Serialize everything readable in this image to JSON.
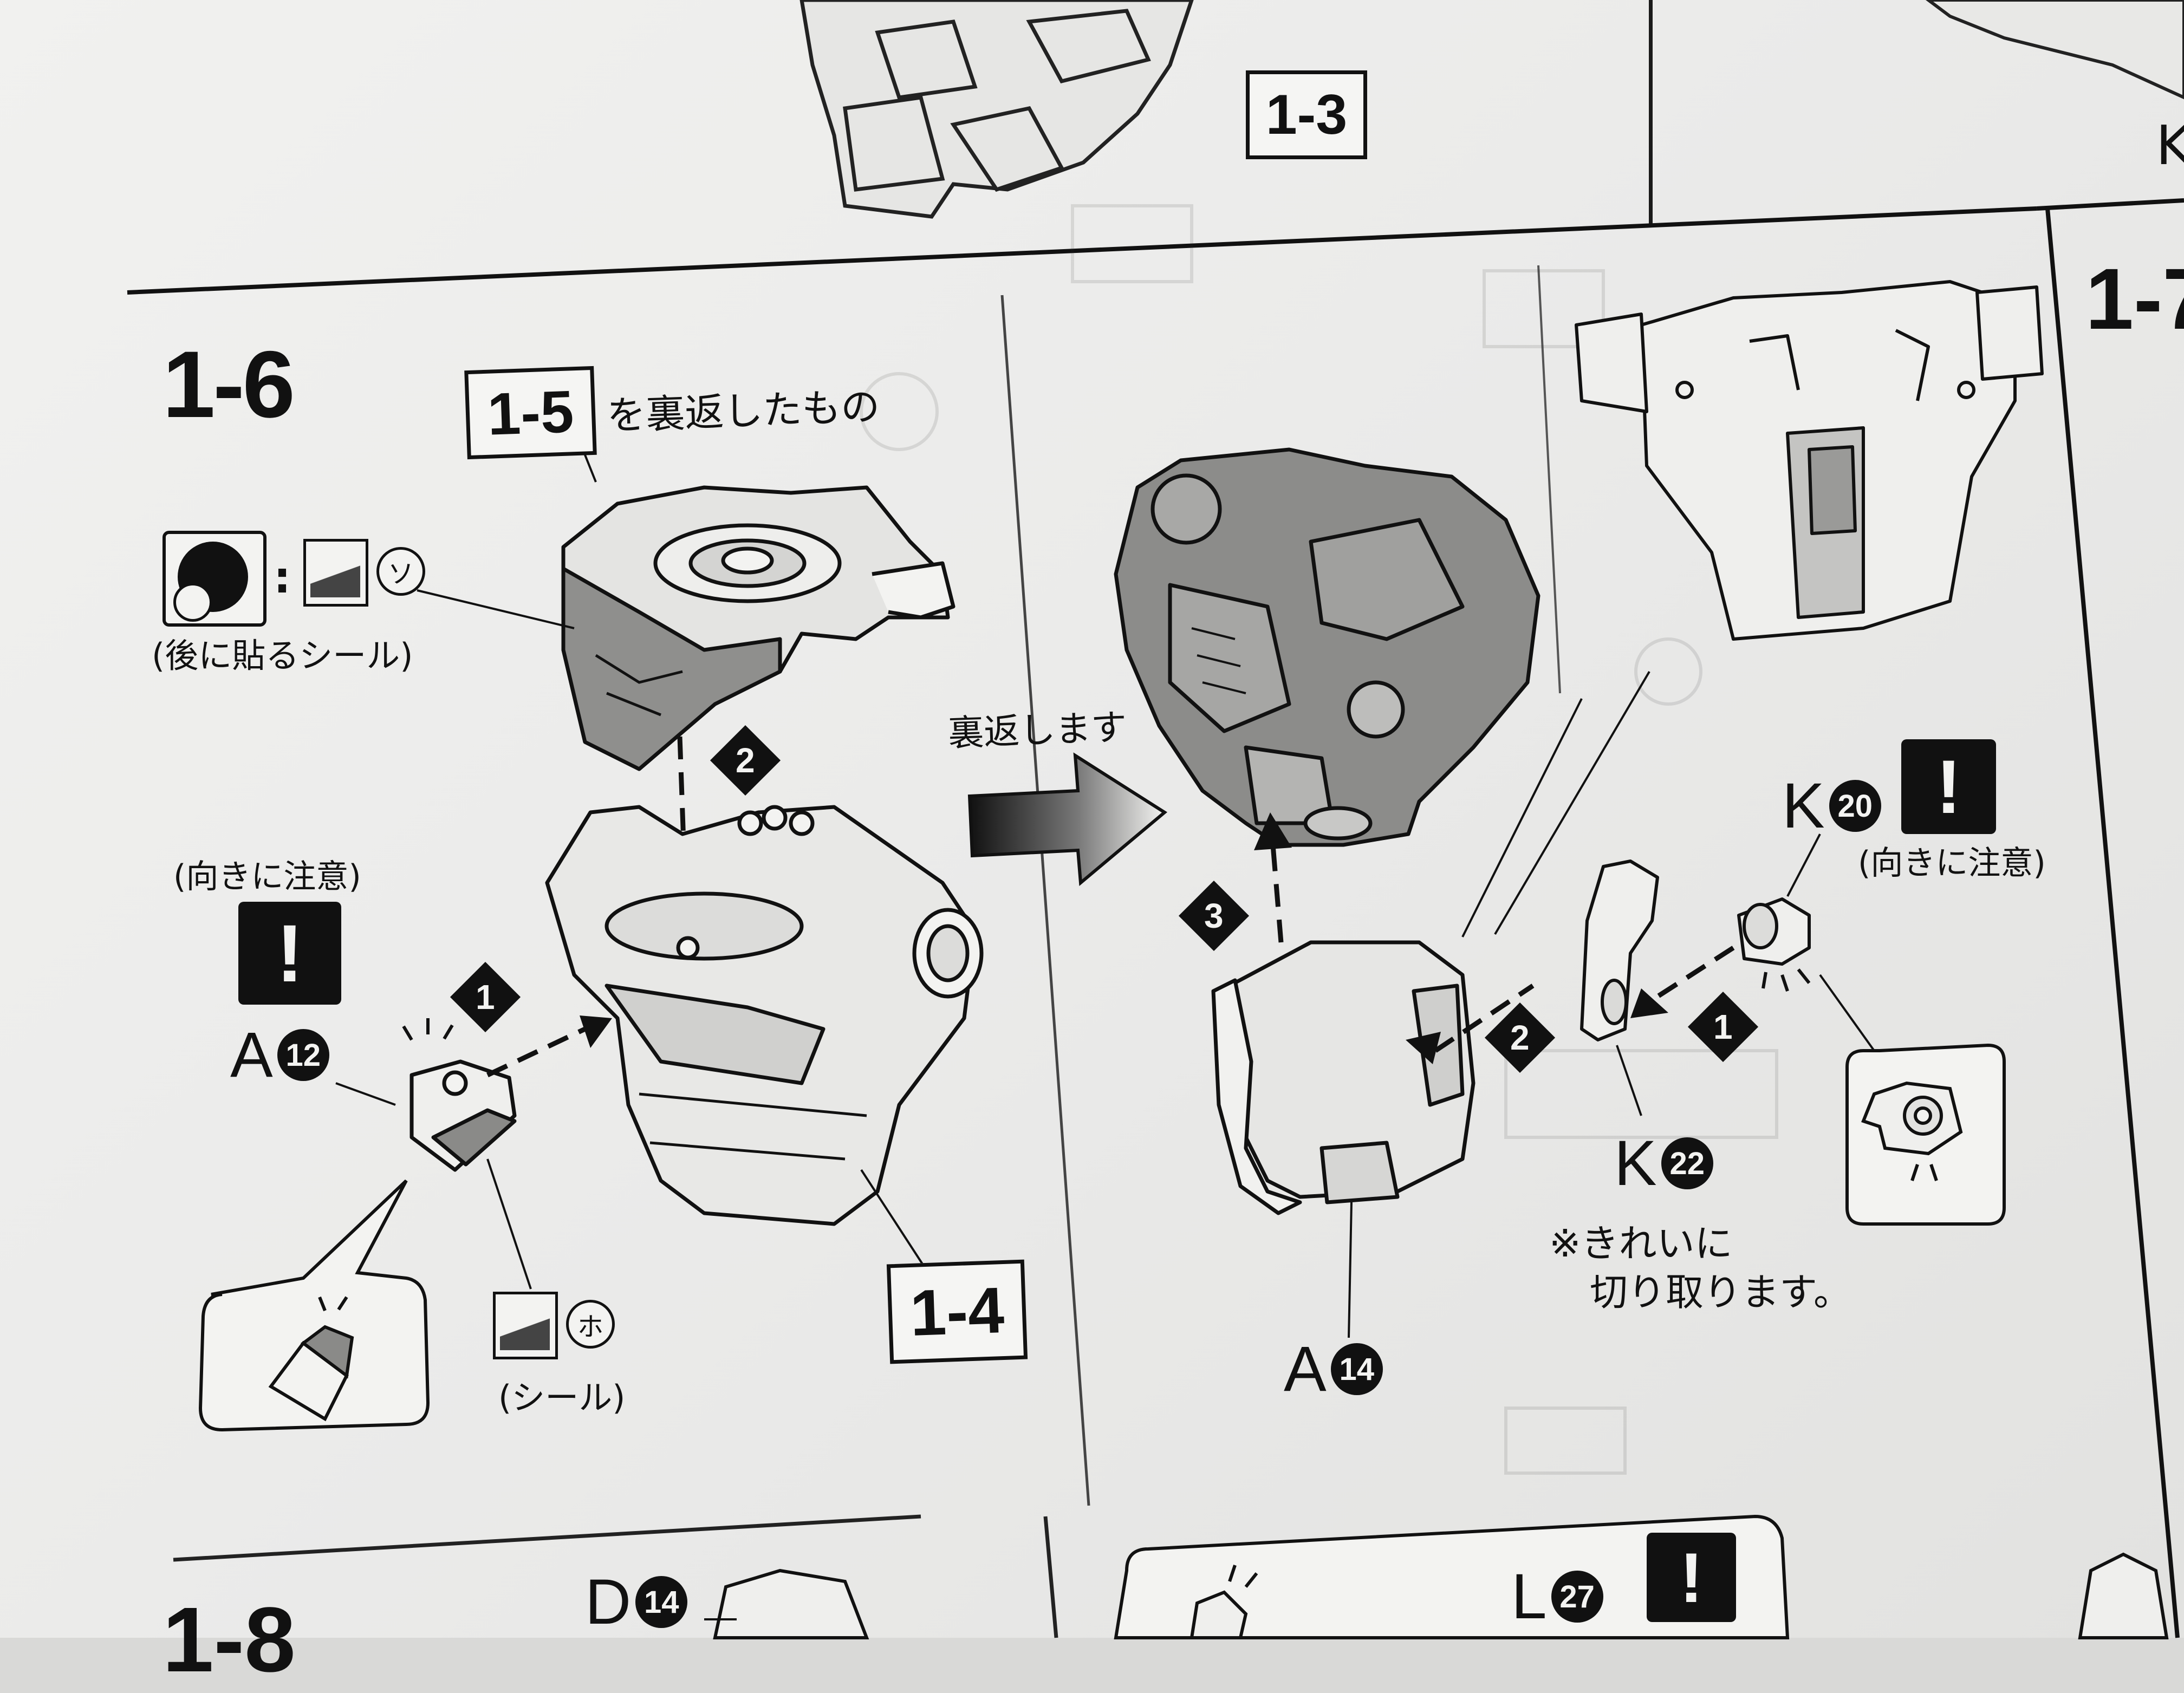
{
  "top_step_label": "1-3",
  "top_right_fragment": "K",
  "right_step_fragment": "1-7",
  "step": {
    "number": "1-6",
    "ref_box": "1-5",
    "ref_text": "を裏返したもの",
    "sticker_later": {
      "colon": ":",
      "mark": "ソ",
      "caption": "(後に貼るシール)"
    },
    "caution_left": "(向きに注意)",
    "caution_right": "(向きに注意)",
    "warn_symbol": "!",
    "part_a12": {
      "letter": "A",
      "num": "12"
    },
    "sticker_ho": {
      "mark": "ホ",
      "caption": "(シール)"
    },
    "sub_box": "1-4",
    "flip_text": "裏返します",
    "part_a14": {
      "letter": "A",
      "num": "14"
    },
    "part_k20": {
      "letter": "K",
      "num": "20"
    },
    "part_k22": {
      "letter": "K",
      "num": "22"
    },
    "note_line1": "※きれいに",
    "note_line2": "切り取ります。",
    "order": [
      "1",
      "2",
      "3"
    ]
  },
  "bottom_row": {
    "part_d14": {
      "letter": "D",
      "num": "14"
    },
    "part_l27": {
      "letter": "L",
      "num": "27"
    },
    "step_fragment": "1-8"
  }
}
